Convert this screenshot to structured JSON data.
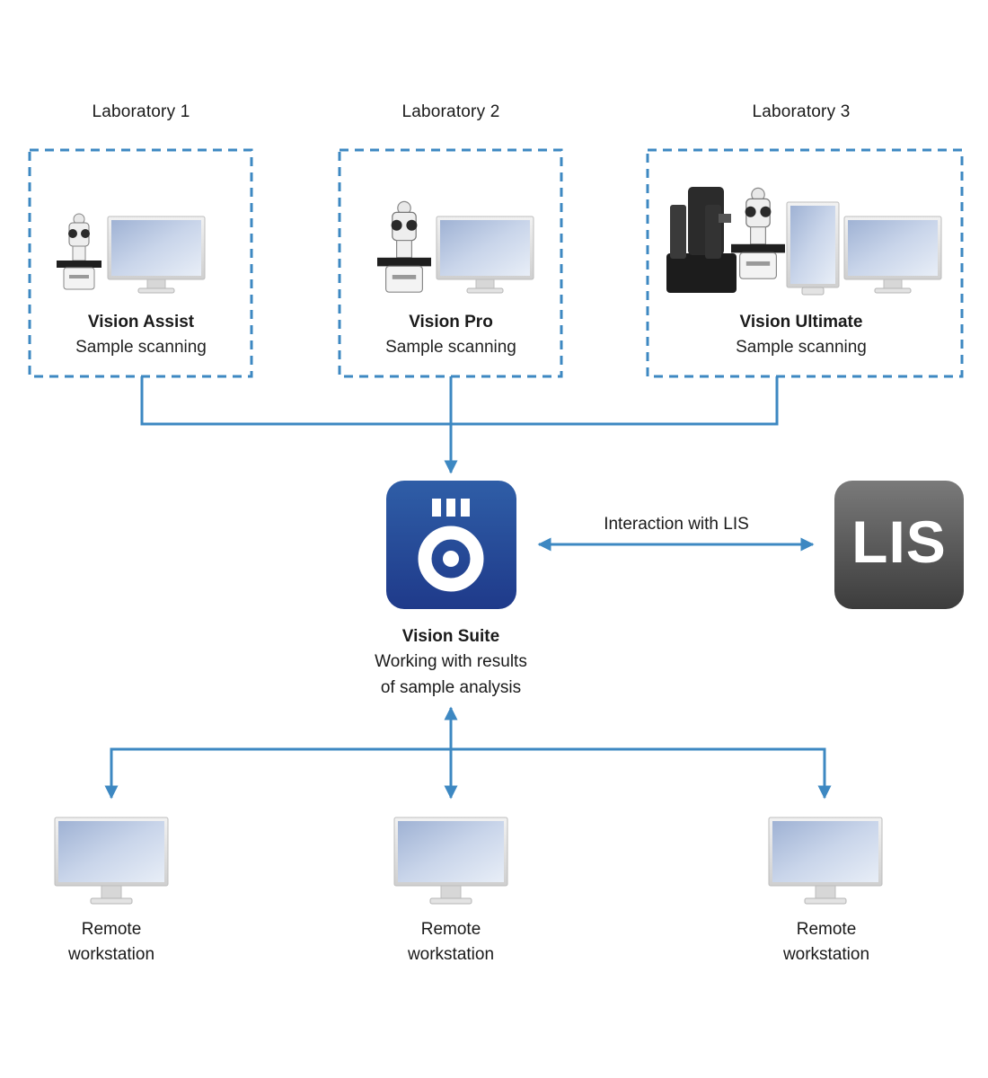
{
  "labs": [
    {
      "title": "Laboratory 1",
      "device": "Vision Assist",
      "task": "Sample scanning"
    },
    {
      "title": "Laboratory 2",
      "device": "Vision Pro",
      "task": "Sample scanning"
    },
    {
      "title": "Laboratory 3",
      "device": "Vision Ultimate",
      "task": "Sample scanning"
    }
  ],
  "suite": {
    "name": "Vision Suite",
    "line1": "Working with results",
    "line2": "of sample analysis"
  },
  "lis": {
    "label": "LIS",
    "connection": "Interaction with LIS"
  },
  "workstations": [
    {
      "line1": "Remote",
      "line2": "workstation"
    },
    {
      "line1": "Remote",
      "line2": "workstation"
    },
    {
      "line1": "Remote",
      "line2": "workstation"
    }
  ],
  "colors": {
    "connector": "#3d88c2",
    "suite_top": "#2f5ea7",
    "suite_bottom": "#1f3a8a",
    "lis_top": "#7a7a7a",
    "lis_bottom": "#3c3c3c"
  },
  "icons": [
    "microscope-icon",
    "monitor-icon",
    "scanner-icon",
    "vision-suite-icon",
    "lis-icon"
  ]
}
